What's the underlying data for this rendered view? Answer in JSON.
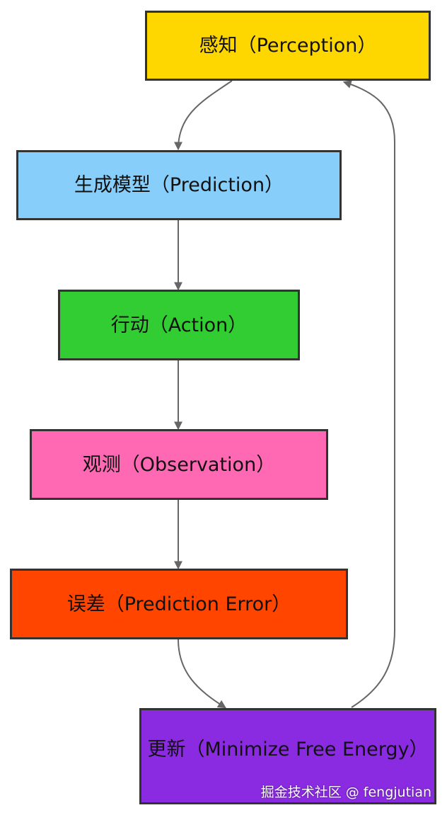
{
  "nodes": [
    {
      "id": "perception",
      "label": "感知（Perception）",
      "color": "#FFD700"
    },
    {
      "id": "prediction",
      "label": "生成模型（Prediction）",
      "color": "#87CEFA"
    },
    {
      "id": "action",
      "label": "行动（Action）",
      "color": "#32CD32"
    },
    {
      "id": "observation",
      "label": "观测（Observation）",
      "color": "#FF69B4"
    },
    {
      "id": "error",
      "label": "误差（Prediction Error）",
      "color": "#FF4500"
    },
    {
      "id": "update",
      "label": "更新（Minimize Free Energy）",
      "color": "#8A2BE2"
    }
  ],
  "edges": [
    {
      "from": "perception",
      "to": "prediction"
    },
    {
      "from": "prediction",
      "to": "action"
    },
    {
      "from": "action",
      "to": "observation"
    },
    {
      "from": "observation",
      "to": "error"
    },
    {
      "from": "error",
      "to": "update"
    },
    {
      "from": "update",
      "to": "perception"
    }
  ],
  "edge_color": "#666666",
  "watermark": "掘金技术社区 @ fengjutian"
}
